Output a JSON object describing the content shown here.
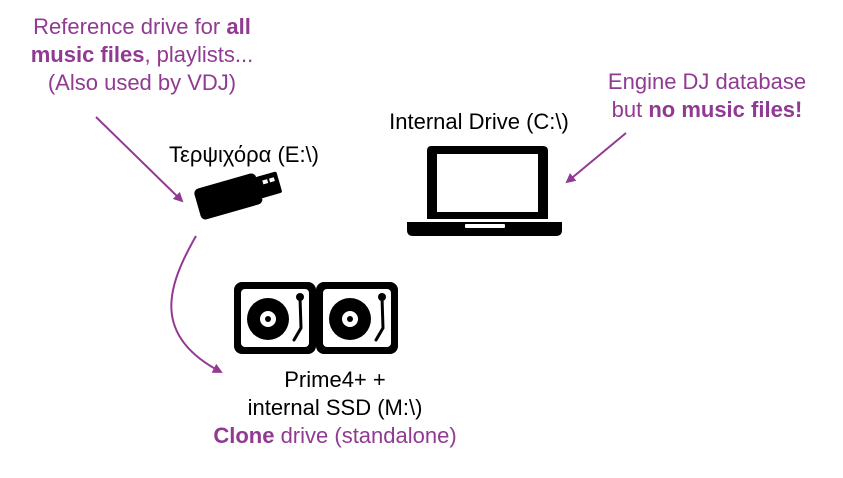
{
  "colors": {
    "accent": "#913a92",
    "ink": "#000000",
    "background": "#ffffff"
  },
  "note_reference": {
    "line1_prefix": "Reference drive for ",
    "line1_bold": "all",
    "line2_bold": "music files",
    "line2_suffix": ", playlists...",
    "line3": "(Also used by VDJ)"
  },
  "usb_drive": {
    "label": "Τερψιχόρα (E:\\)",
    "icon": "usb-stick-icon"
  },
  "laptop": {
    "label": "Internal Drive (C:\\)",
    "icon": "laptop-icon"
  },
  "note_engine": {
    "line1": "Engine DJ database",
    "line2_prefix": "but ",
    "line2_bold": "no music files!"
  },
  "prime": {
    "icon": "turntables-icon",
    "line1": "Prime4+ +",
    "line2": "internal SSD (M:\\)",
    "line3_bold": "Clone",
    "line3_suffix": " drive (standalone)"
  }
}
